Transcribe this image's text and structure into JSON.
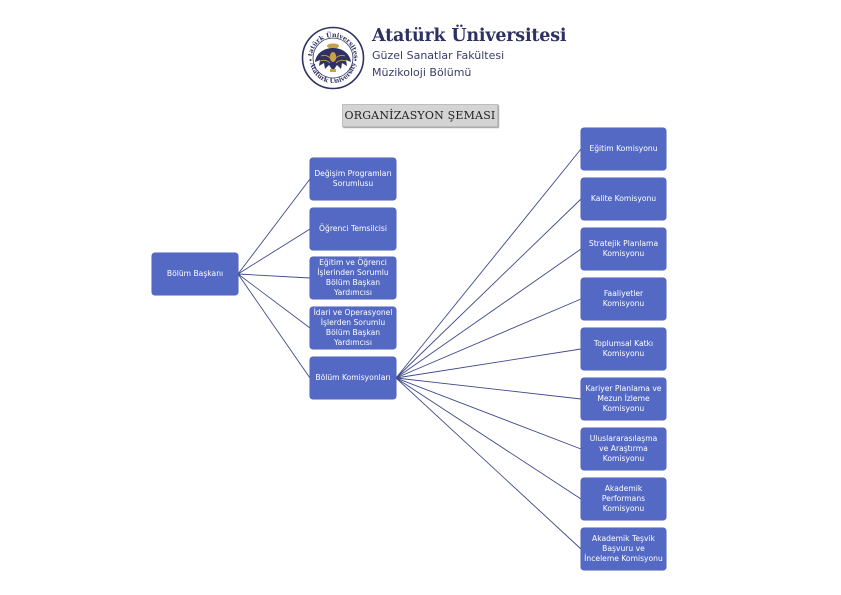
{
  "header": {
    "university": "Atatürk Üniversitesi",
    "faculty": "Güzel Sanatlar Fakültesi",
    "department": "Müzikoloji Bölümü",
    "seal_icon": "university-seal-icon",
    "seal_top_text": "Atatürk Üniversitesi",
    "seal_bottom_text": "Atatürk University"
  },
  "title": "ORGANİZASYON ŞEMASI",
  "colors": {
    "node_fill": "#5469c4",
    "node_text": "#ffffff",
    "link": "#3e4a8a",
    "title_bg": "#d4d4d4",
    "brand": "#2e3162"
  },
  "root": {
    "label": "Bölüm Başkanı"
  },
  "level1": [
    {
      "label": "Değişim Programları Sorumlusu"
    },
    {
      "label": "Öğrenci Temsilcisi"
    },
    {
      "label": "Eğitim ve Öğrenci İşlerinden Sorumlu Bölüm Başkan Yardımcısı"
    },
    {
      "label": "İdari ve Operasyonel İşlerden Sorumlu Bölüm Başkan Yardımcısı"
    },
    {
      "label": "Bölüm Komisyonları"
    }
  ],
  "commissions_parent_index": 4,
  "commissions": [
    {
      "label": "Eğitim Komisyonu"
    },
    {
      "label": "Kalite Komisyonu"
    },
    {
      "label": "Stratejik Planlama Komisyonu"
    },
    {
      "label": "Faaliyetler Komisyonu"
    },
    {
      "label": "Toplumsal Katkı Komisyonu"
    },
    {
      "label": "Kariyer Planlama ve Mezun İzleme Komisyonu"
    },
    {
      "label": "Uluslararasılaşma ve Araştırma Komisyonu"
    },
    {
      "label": "Akademik Performans Komisyonu"
    },
    {
      "label": "Akademik Teşvik Başvuru ve İnceleme Komisyonu"
    }
  ]
}
